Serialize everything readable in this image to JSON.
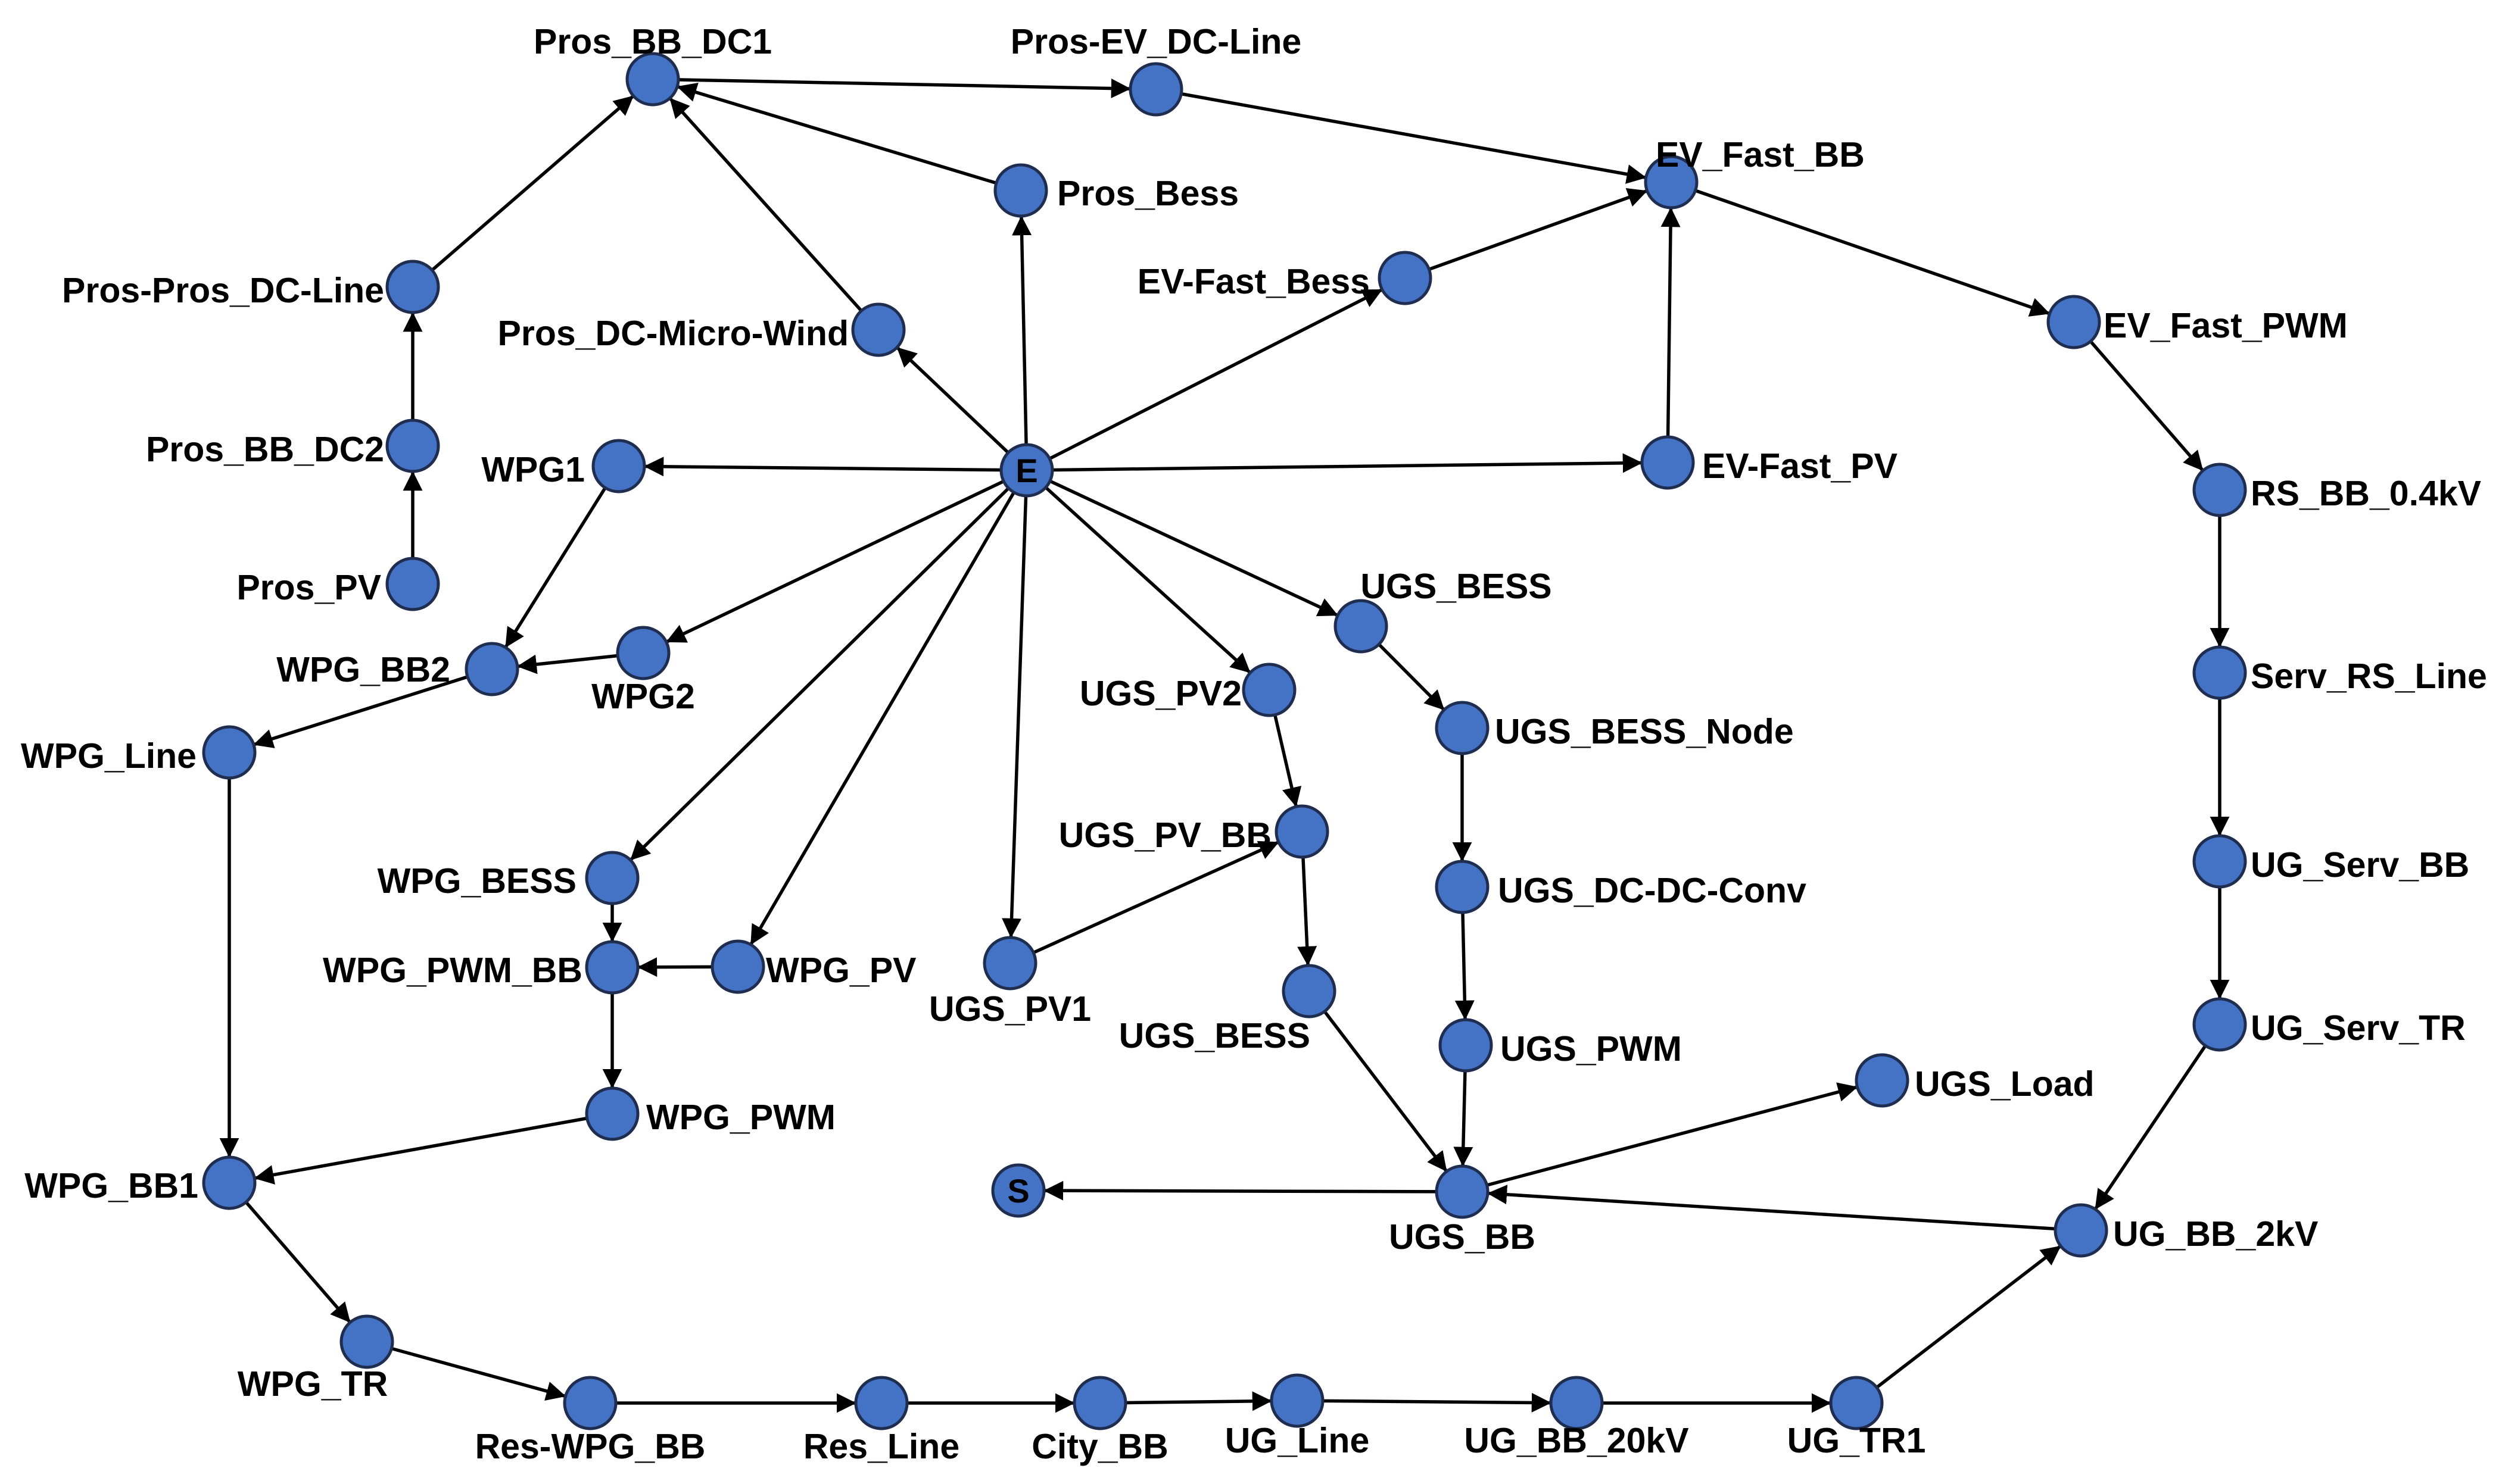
{
  "colors": {
    "node_fill": "#4472C4",
    "node_stroke": "#1F2D50",
    "edge": "#000000",
    "text": "#000000"
  },
  "nodes": [
    {
      "id": "E",
      "inner": "E"
    },
    {
      "id": "S",
      "inner": "S"
    },
    {
      "id": "Pros_BB_DC1",
      "label": "Pros_BB_DC1"
    },
    {
      "id": "Pros-EV_DC-Line",
      "label": "Pros-EV_DC-Line"
    },
    {
      "id": "EV_Fast_BB",
      "label": "EV_Fast_BB"
    },
    {
      "id": "Pros_Bess",
      "label": "Pros_Bess"
    },
    {
      "id": "EV-Fast_Bess",
      "label": "EV-Fast_Bess"
    },
    {
      "id": "Pros-Pros_DC-Line",
      "label": "Pros-Pros_DC-Line"
    },
    {
      "id": "Pros_DC-Micro-Wind",
      "label": "Pros_DC-Micro-Wind"
    },
    {
      "id": "EV_Fast_PWM",
      "label": "EV_Fast_PWM"
    },
    {
      "id": "Pros_BB_DC2",
      "label": "Pros_BB_DC2"
    },
    {
      "id": "WPG1",
      "label": "WPG1"
    },
    {
      "id": "EV-Fast_PV",
      "label": "EV-Fast_PV"
    },
    {
      "id": "RS_BB_0.4kV",
      "label": "RS_BB_0.4kV"
    },
    {
      "id": "Pros_PV",
      "label": "Pros_PV"
    },
    {
      "id": "UGS_BESS_top",
      "label": "UGS_BESS"
    },
    {
      "id": "WPG_BB2",
      "label": "WPG_BB2"
    },
    {
      "id": "WPG2",
      "label": "WPG2"
    },
    {
      "id": "Serv_RS_Line",
      "label": "Serv_RS_Line"
    },
    {
      "id": "UGS_PV2",
      "label": "UGS_PV2"
    },
    {
      "id": "UGS_BESS_Node",
      "label": "UGS_BESS_Node"
    },
    {
      "id": "WPG_Line",
      "label": "WPG_Line"
    },
    {
      "id": "UGS_PV_BB",
      "label": "UGS_PV_BB"
    },
    {
      "id": "UG_Serv_BB",
      "label": "UG_Serv_BB"
    },
    {
      "id": "WPG_BESS",
      "label": "WPG_BESS"
    },
    {
      "id": "UGS_DC-DC-Conv",
      "label": "UGS_DC-DC-Conv"
    },
    {
      "id": "WPG_PWM_BB",
      "label": "WPG_PWM_BB"
    },
    {
      "id": "WPG_PV",
      "label": "WPG_PV"
    },
    {
      "id": "UGS_PV1",
      "label": "UGS_PV1"
    },
    {
      "id": "UGS_BESS_low",
      "label": "UGS_BESS"
    },
    {
      "id": "UG_Serv_TR",
      "label": "UG_Serv_TR"
    },
    {
      "id": "UGS_PWM",
      "label": "UGS_PWM"
    },
    {
      "id": "UGS_Load",
      "label": "UGS_Load"
    },
    {
      "id": "WPG_PWM",
      "label": "WPG_PWM"
    },
    {
      "id": "WPG_BB1",
      "label": "WPG_BB1"
    },
    {
      "id": "UGS_BB",
      "label": "UGS_BB"
    },
    {
      "id": "UG_BB_2kV",
      "label": "UG_BB_2kV"
    },
    {
      "id": "WPG_TR",
      "label": "WPG_TR"
    },
    {
      "id": "Res-WPG_BB",
      "label": "Res-WPG_BB"
    },
    {
      "id": "Res_Line",
      "label": "Res_Line"
    },
    {
      "id": "City_BB",
      "label": "City_BB"
    },
    {
      "id": "UG_Line",
      "label": "UG_Line"
    },
    {
      "id": "UG_BB_20kV",
      "label": "UG_BB_20kV"
    },
    {
      "id": "UG_TR1",
      "label": "UG_TR1"
    }
  ],
  "edges": [
    [
      "E",
      "Pros_Bess"
    ],
    [
      "Pros_Bess",
      "Pros_BB_DC1"
    ],
    [
      "E",
      "Pros_DC-Micro-Wind"
    ],
    [
      "Pros_DC-Micro-Wind",
      "Pros_BB_DC1"
    ],
    [
      "Pros_PV",
      "Pros_BB_DC2"
    ],
    [
      "Pros_BB_DC2",
      "Pros-Pros_DC-Line"
    ],
    [
      "Pros-Pros_DC-Line",
      "Pros_BB_DC1"
    ],
    [
      "Pros_BB_DC1",
      "Pros-EV_DC-Line"
    ],
    [
      "Pros-EV_DC-Line",
      "EV_Fast_BB"
    ],
    [
      "E",
      "EV-Fast_Bess"
    ],
    [
      "EV-Fast_Bess",
      "EV_Fast_BB"
    ],
    [
      "E",
      "EV-Fast_PV"
    ],
    [
      "EV-Fast_PV",
      "EV_Fast_BB"
    ],
    [
      "EV_Fast_BB",
      "EV_Fast_PWM"
    ],
    [
      "EV_Fast_PWM",
      "RS_BB_0.4kV"
    ],
    [
      "RS_BB_0.4kV",
      "Serv_RS_Line"
    ],
    [
      "Serv_RS_Line",
      "UG_Serv_BB"
    ],
    [
      "UG_Serv_BB",
      "UG_Serv_TR"
    ],
    [
      "UG_Serv_TR",
      "UG_BB_2kV"
    ],
    [
      "UG_BB_2kV",
      "UGS_BB"
    ],
    [
      "E",
      "WPG1"
    ],
    [
      "WPG1",
      "WPG_BB2"
    ],
    [
      "E",
      "WPG2"
    ],
    [
      "WPG2",
      "WPG_BB2"
    ],
    [
      "WPG_BB2",
      "WPG_Line"
    ],
    [
      "WPG_Line",
      "WPG_BB1"
    ],
    [
      "E",
      "WPG_BESS"
    ],
    [
      "WPG_BESS",
      "WPG_PWM_BB"
    ],
    [
      "E",
      "WPG_PV"
    ],
    [
      "WPG_PV",
      "WPG_PWM_BB"
    ],
    [
      "WPG_PWM_BB",
      "WPG_PWM"
    ],
    [
      "WPG_PWM",
      "WPG_BB1"
    ],
    [
      "WPG_BB1",
      "WPG_TR"
    ],
    [
      "WPG_TR",
      "Res-WPG_BB"
    ],
    [
      "Res-WPG_BB",
      "Res_Line"
    ],
    [
      "Res_Line",
      "City_BB"
    ],
    [
      "City_BB",
      "UG_Line"
    ],
    [
      "UG_Line",
      "UG_BB_20kV"
    ],
    [
      "UG_BB_20kV",
      "UG_TR1"
    ],
    [
      "UG_TR1",
      "UG_BB_2kV"
    ],
    [
      "E",
      "UGS_PV1"
    ],
    [
      "UGS_PV1",
      "UGS_PV_BB"
    ],
    [
      "E",
      "UGS_PV2"
    ],
    [
      "UGS_PV2",
      "UGS_PV_BB"
    ],
    [
      "UGS_PV_BB",
      "UGS_BESS_low"
    ],
    [
      "UGS_BESS_low",
      "UGS_BB"
    ],
    [
      "E",
      "UGS_BESS_top"
    ],
    [
      "UGS_BESS_top",
      "UGS_BESS_Node"
    ],
    [
      "UGS_BESS_Node",
      "UGS_DC-DC-Conv"
    ],
    [
      "UGS_DC-DC-Conv",
      "UGS_PWM"
    ],
    [
      "UGS_PWM",
      "UGS_BB"
    ],
    [
      "UGS_BB",
      "UGS_Load"
    ],
    [
      "UGS_BB",
      "S"
    ]
  ]
}
